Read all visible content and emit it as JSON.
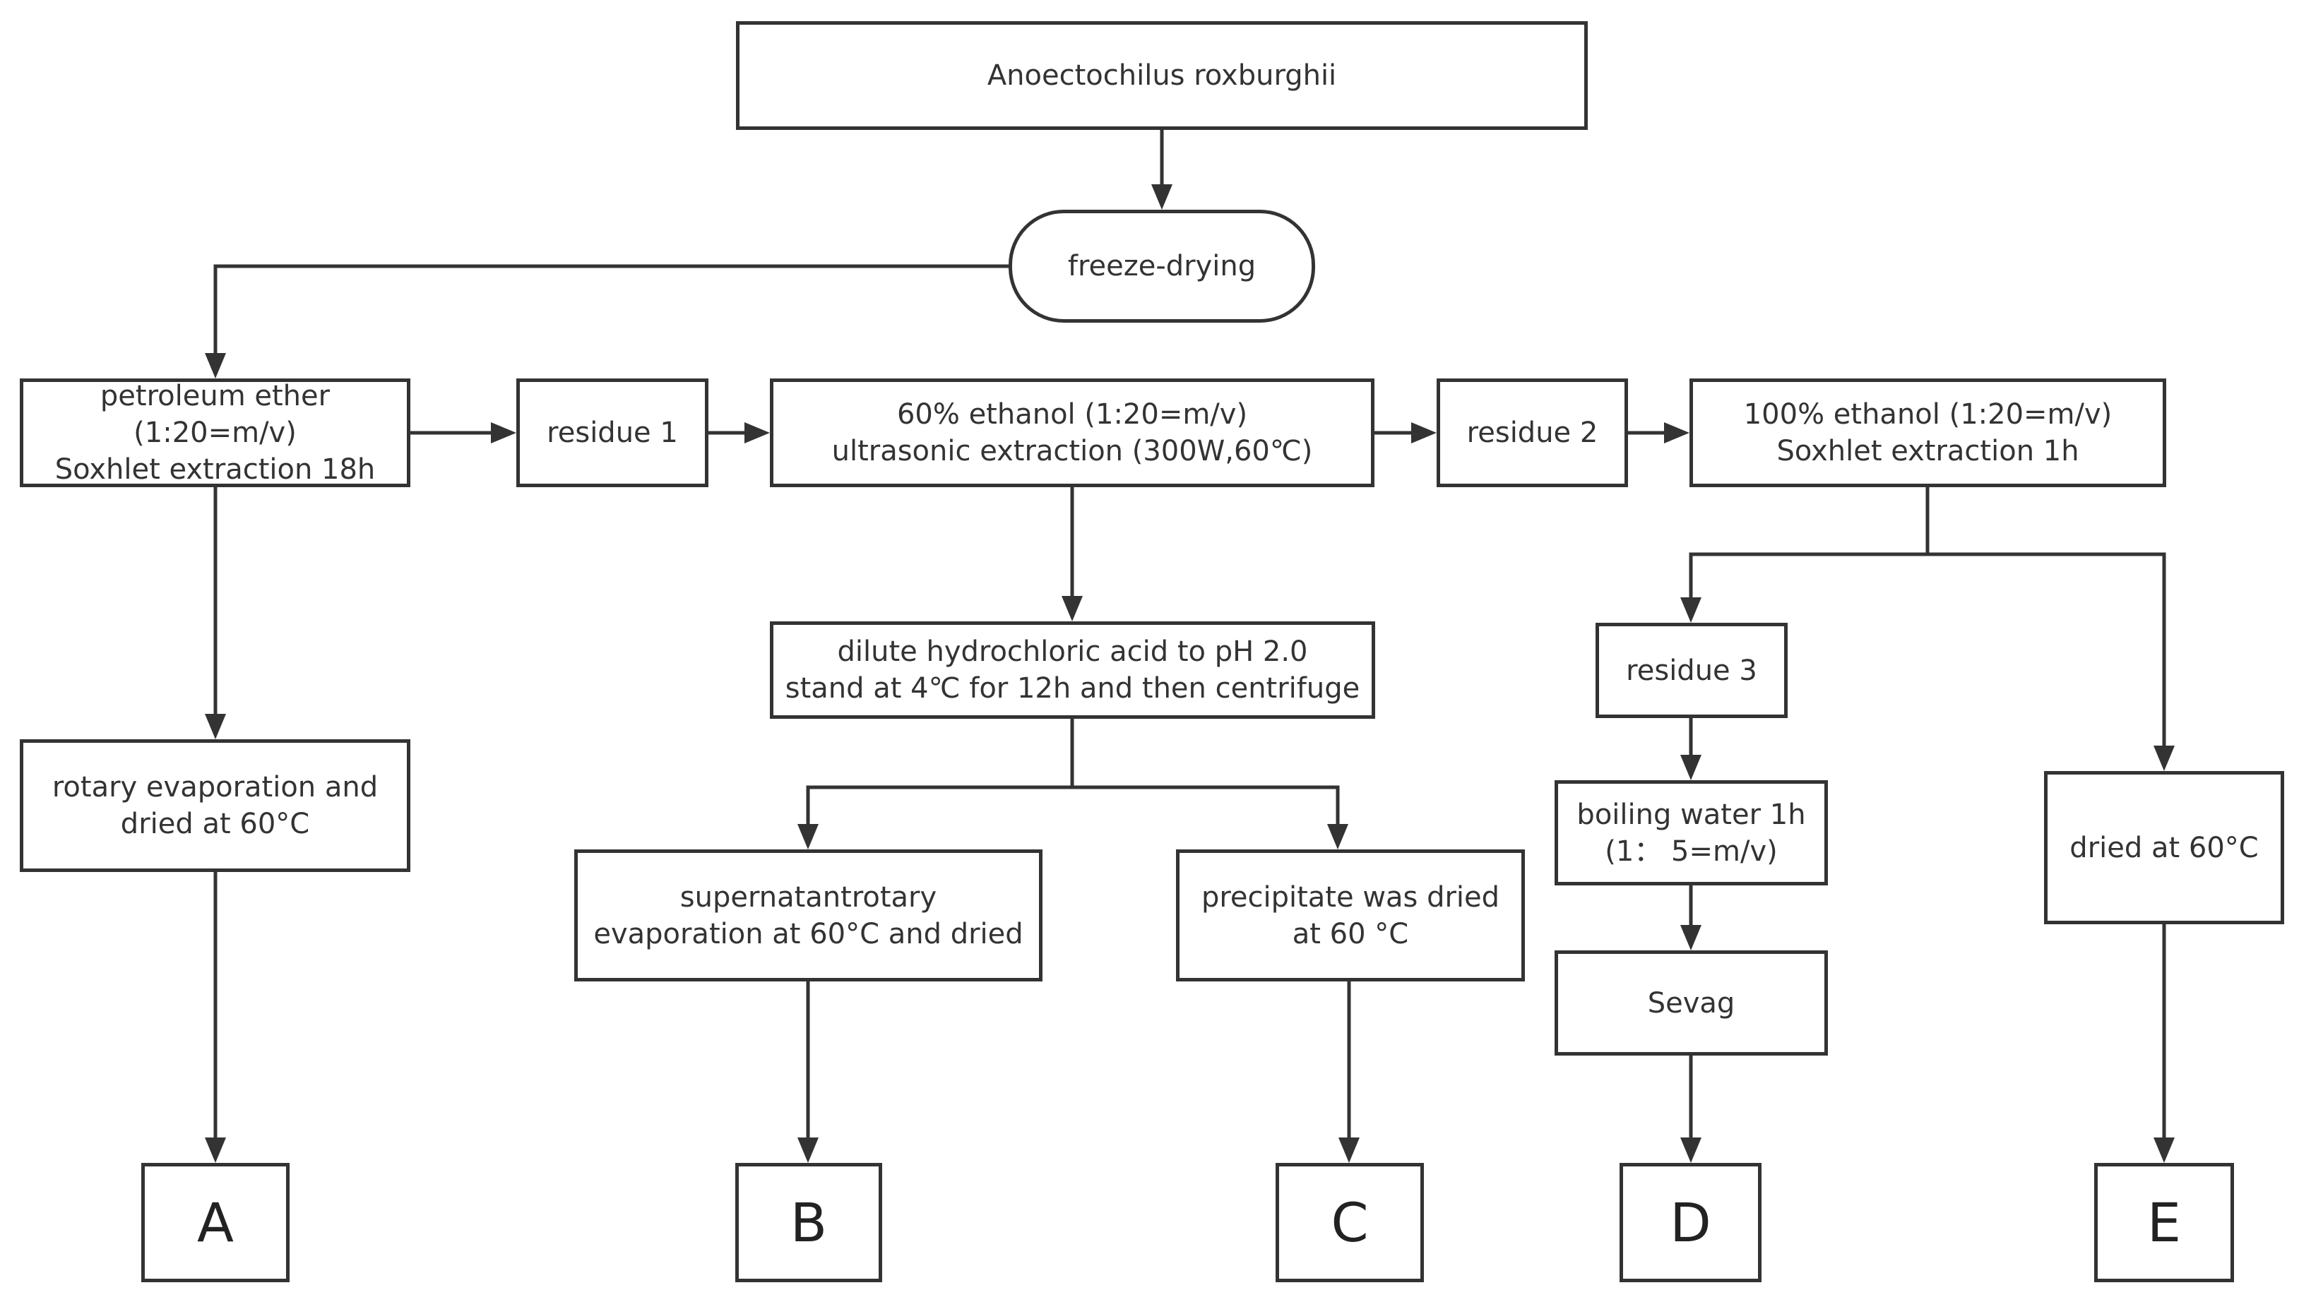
{
  "colors": {
    "stroke": "#333333",
    "background": "#ffffff",
    "text": "#333333"
  },
  "nodes": {
    "root": [
      "Anoectochilus roxburghii"
    ],
    "freeze_drying": [
      "freeze-drying"
    ],
    "petroleum_ether": [
      "petroleum ether",
      "(1:20=m/v)",
      "Soxhlet extraction 18h"
    ],
    "residue1": [
      "residue 1"
    ],
    "ethanol60": [
      "60% ethanol (1:20=m/v)",
      "ultrasonic extraction (300W,60℃)"
    ],
    "residue2": [
      "residue 2"
    ],
    "ethanol100": [
      "100% ethanol (1:20=m/v)",
      "Soxhlet extraction 1h"
    ],
    "rotary": [
      "rotary evaporation and",
      "dried at 60°C"
    ],
    "hcl": [
      "dilute hydrochloric acid to pH 2.0",
      "stand at 4℃ for 12h and then centrifuge"
    ],
    "residue3": [
      "residue 3"
    ],
    "boiling": [
      "boiling water 1h",
      "(1： 5=m/v)"
    ],
    "dried_e": [
      "dried at 60°C"
    ],
    "supernatant": [
      "supernatantrotary",
      "evaporation at 60°C and dried"
    ],
    "precipitate": [
      "precipitate was dried",
      "at 60 °C"
    ],
    "sevag": [
      "Sevag"
    ],
    "A": [
      "A"
    ],
    "B": [
      "B"
    ],
    "C": [
      "C"
    ],
    "D": [
      "D"
    ],
    "E": [
      "E"
    ]
  }
}
